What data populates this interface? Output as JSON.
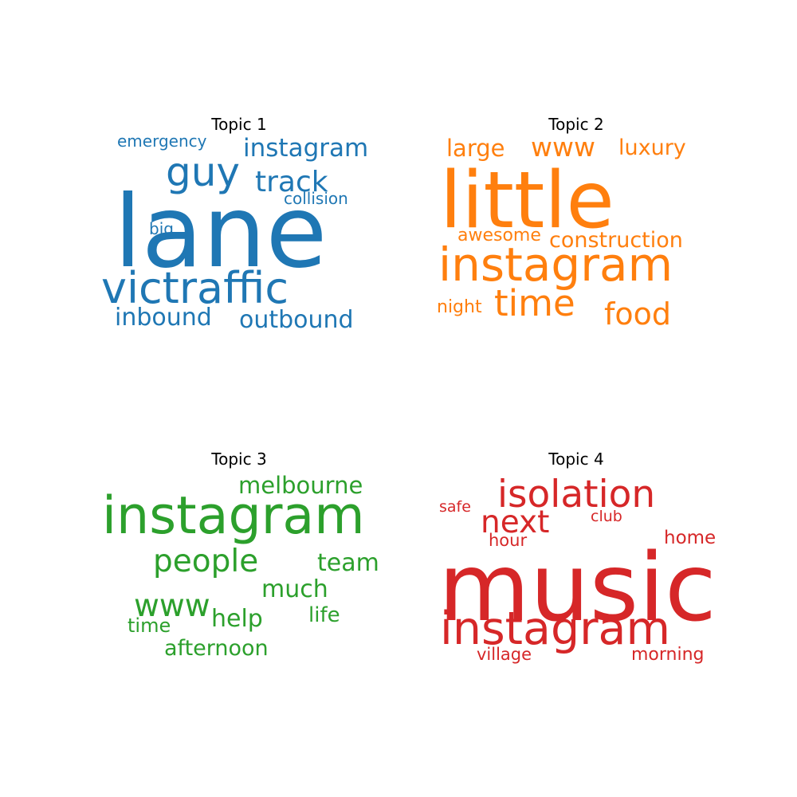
{
  "chart_data": [
    {
      "type": "wordcloud",
      "title": "Topic 1",
      "color": "#1f77b4",
      "words": [
        "lane",
        "victraffic",
        "guy",
        "track",
        "instagram",
        "inbound",
        "outbound",
        "emergency",
        "collision",
        "big"
      ]
    },
    {
      "type": "wordcloud",
      "title": "Topic 2",
      "color": "#ff7f0e",
      "words": [
        "little",
        "instagram",
        "time",
        "food",
        "www",
        "large",
        "luxury",
        "construction",
        "awesome",
        "night"
      ]
    },
    {
      "type": "wordcloud",
      "title": "Topic 3",
      "color": "#2ca02c",
      "words": [
        "instagram",
        "people",
        "www",
        "melbourne",
        "team",
        "much",
        "help",
        "life",
        "time",
        "afternoon"
      ]
    },
    {
      "type": "wordcloud",
      "title": "Topic 4",
      "color": "#d62728",
      "words": [
        "music",
        "instagram",
        "isolation",
        "next",
        "home",
        "hour",
        "safe",
        "club",
        "village",
        "morning"
      ]
    }
  ]
}
